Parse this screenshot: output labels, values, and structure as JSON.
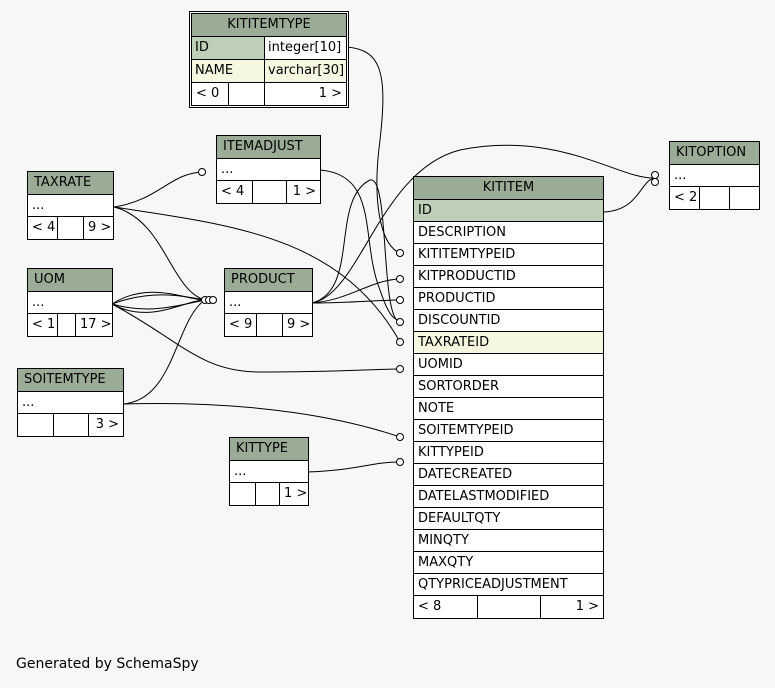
{
  "footer": "Generated by SchemaSpy",
  "tables": {
    "kititemtype": {
      "name": "KITITEMTYPE",
      "columns": [
        {
          "name": "ID",
          "type": "integer[10]"
        },
        {
          "name": "NAME",
          "type": "varchar[30]"
        }
      ],
      "footer": {
        "parents": "< 0",
        "children": "1 >"
      }
    },
    "itemadjust": {
      "name": "ITEMADJUST",
      "ellipsis": "...",
      "footer": {
        "parents": "< 4",
        "children": "1 >"
      }
    },
    "taxrate": {
      "name": "TAXRATE",
      "ellipsis": "...",
      "footer": {
        "parents": "< 4",
        "children": "9 >"
      }
    },
    "uom": {
      "name": "UOM",
      "ellipsis": "...",
      "footer": {
        "parents": "< 1",
        "children": "17 >"
      }
    },
    "product": {
      "name": "PRODUCT",
      "ellipsis": "...",
      "footer": {
        "parents": "< 9",
        "children": "9 >"
      }
    },
    "soitemtype": {
      "name": "SOITEMTYPE",
      "ellipsis": "...",
      "footer": {
        "parents": "",
        "children": "3 >"
      }
    },
    "kittype": {
      "name": "KITTYPE",
      "ellipsis": "...",
      "footer": {
        "parents": "",
        "children": "1 >"
      }
    },
    "kitoption": {
      "name": "KITOPTION",
      "ellipsis": "...",
      "footer": {
        "parents": "< 2",
        "children": ""
      }
    },
    "kititem": {
      "name": "KITITEM",
      "columns": [
        "ID",
        "DESCRIPTION",
        "KITITEMTYPEID",
        "KITPRODUCTID",
        "PRODUCTID",
        "DISCOUNTID",
        "TAXRATEID",
        "UOMID",
        "SORTORDER",
        "NOTE",
        "SOITEMTYPEID",
        "KITTYPEID",
        "DATECREATED",
        "DATELASTMODIFIED",
        "DEFAULTQTY",
        "MINQTY",
        "MAXQTY",
        "QTYPRICEADJUSTMENT"
      ],
      "footer": {
        "parents": "< 8",
        "children": "1 >"
      }
    }
  }
}
